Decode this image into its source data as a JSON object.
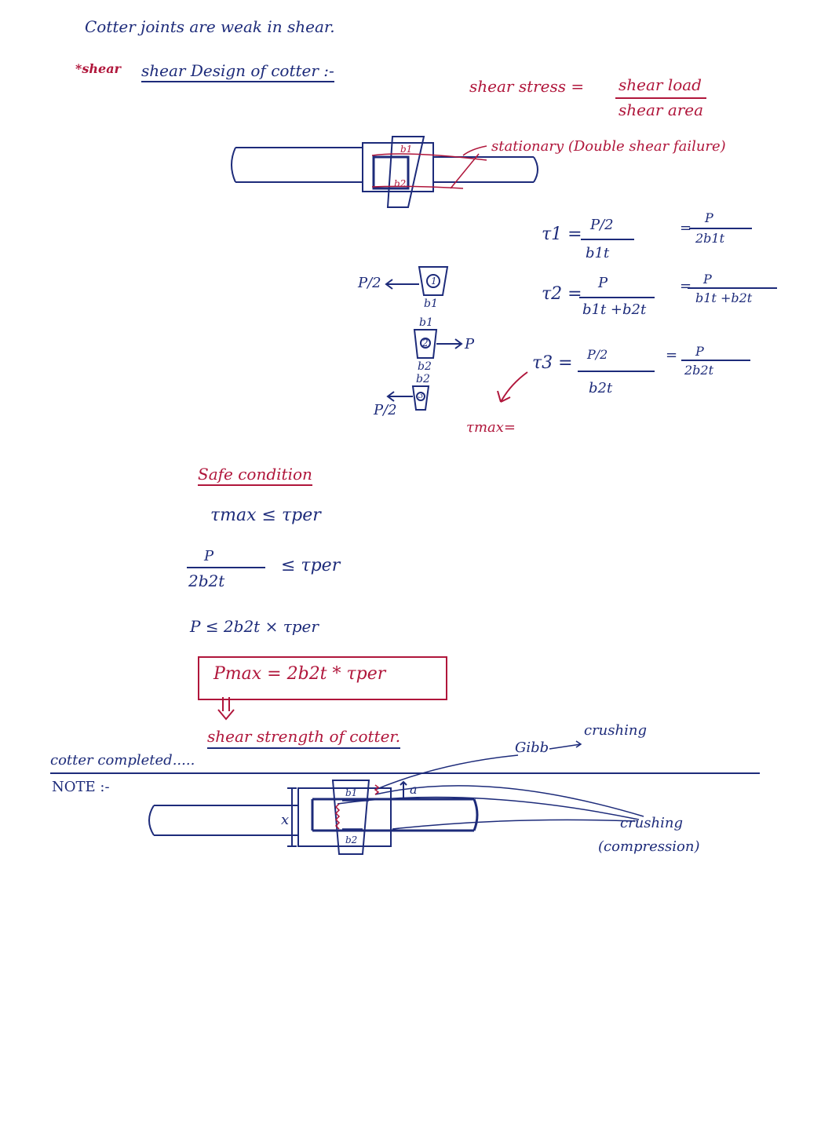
{
  "line1": "Cotter joints are weak in shear.",
  "heading": {
    "prefix": "*shear",
    "title": "shear Design of cotter :-"
  },
  "shear_stress_formula": {
    "lhs": "shear stress =",
    "numerator": "shear load",
    "denominator": "shear area"
  },
  "diagram1": {
    "annotation": "stationary (Double shear failure)",
    "label_b1": "b1",
    "label_b2": "b2"
  },
  "free_bodies": {
    "p_half_top": "P/2",
    "part1_id": "1",
    "part1_label": "b1",
    "part2_top": "b1",
    "part2_id": "2",
    "part2_force": "P",
    "part2_bottom": "b2",
    "part3_top": "b2",
    "part3_id": "3",
    "p_half_bottom": "P/2"
  },
  "tau_equations": [
    {
      "lhs": "τ1 =",
      "num": "P/2",
      "den": "b1t",
      "res_num": "P",
      "res_den": "2b1t"
    },
    {
      "lhs": "τ2 =",
      "num": "P",
      "den": "b1t +b2t",
      "res_num": "P",
      "res_den": "b1t +b2t"
    },
    {
      "lhs": "τ3 =",
      "num": "P/2",
      "den": "b2t",
      "res_num": "P",
      "res_den": "2b2t"
    }
  ],
  "tau_max_label": "τmax=",
  "safe_condition": {
    "title": "Safe condition",
    "line1": "τmax ≤ τper",
    "frac_num": "P",
    "frac_den": "2b2t",
    "frac_rel": "≤ τper",
    "line3": "P ≤ 2b2t × τper",
    "boxed": "Pmax = 2b2t * τper",
    "result": "shear strength of cotter."
  },
  "cotter_completed": "cotter completed.....",
  "note": {
    "label": "NOTE :-",
    "gibb": "Gibb",
    "crushing_top": "crushing",
    "crushing_bottom": "crushing",
    "compression": "(compression)",
    "label_b1": "b1",
    "label_b2": "b2",
    "label_a": "a",
    "label_x": "x"
  }
}
